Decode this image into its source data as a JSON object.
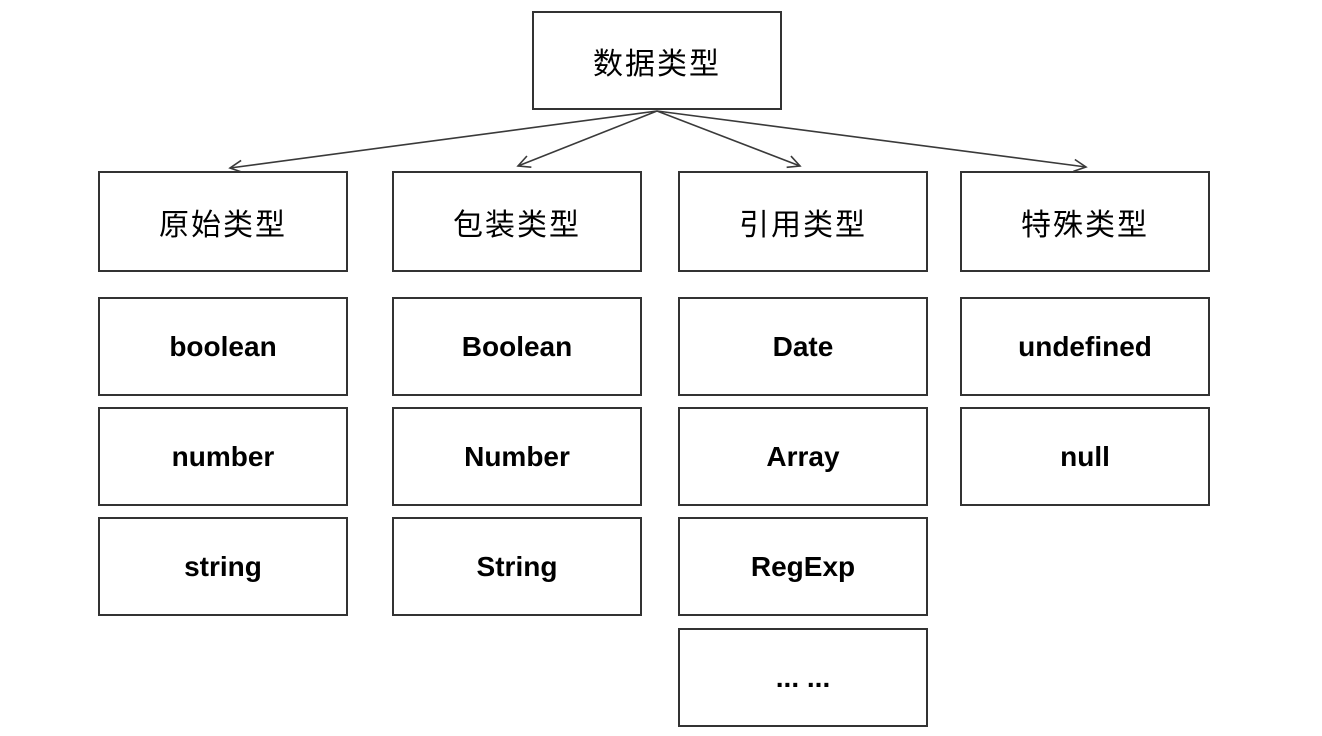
{
  "diagram": {
    "root": {
      "label": "数据类型"
    },
    "columns": [
      {
        "header": "原始类型",
        "items": [
          "boolean",
          "number",
          "string"
        ]
      },
      {
        "header": "包装类型",
        "items": [
          "Boolean",
          "Number",
          "String"
        ]
      },
      {
        "header": "引用类型",
        "items": [
          "Date",
          "Array",
          "RegExp",
          "... ..."
        ]
      },
      {
        "header": "特殊类型",
        "items": [
          "undefined",
          "null"
        ]
      }
    ],
    "colors": {
      "background": "#ffffff",
      "box_border": "#333333",
      "arrow": "#3a3a3a",
      "text": "#000000"
    }
  }
}
